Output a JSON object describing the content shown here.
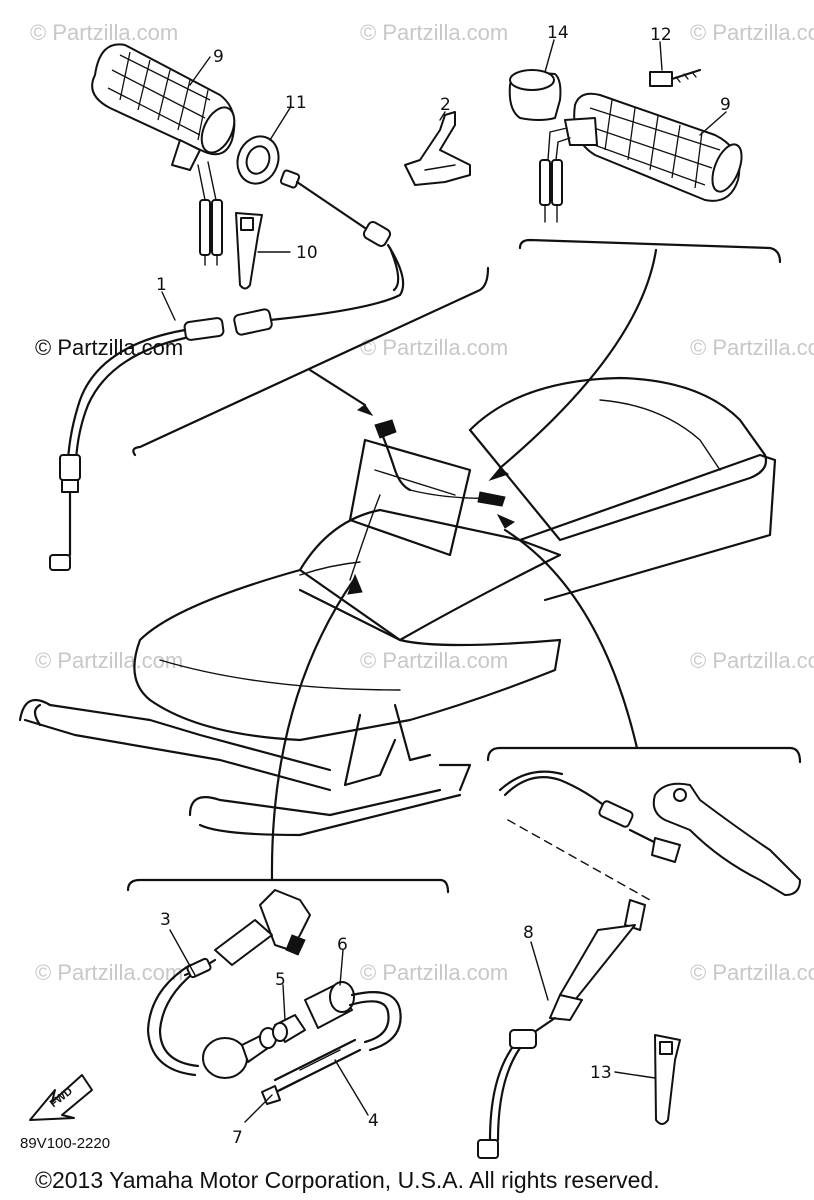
{
  "watermark": "© Partzilla.com",
  "watermark_prominent": "© Partzilla.com",
  "callouts": {
    "c1": "1",
    "c2": "2",
    "c3": "3",
    "c4": "4",
    "c5": "5",
    "c6": "6",
    "c7": "7",
    "c8": "8",
    "c9a": "9",
    "c9b": "9",
    "c10": "10",
    "c11": "11",
    "c12": "12",
    "c13": "13",
    "c14": "14"
  },
  "fwd_label": "FWD",
  "diagram_code": "89V100-2220",
  "copyright": "©2013 Yamaha Motor Corporation, U.S.A. All rights reserved."
}
